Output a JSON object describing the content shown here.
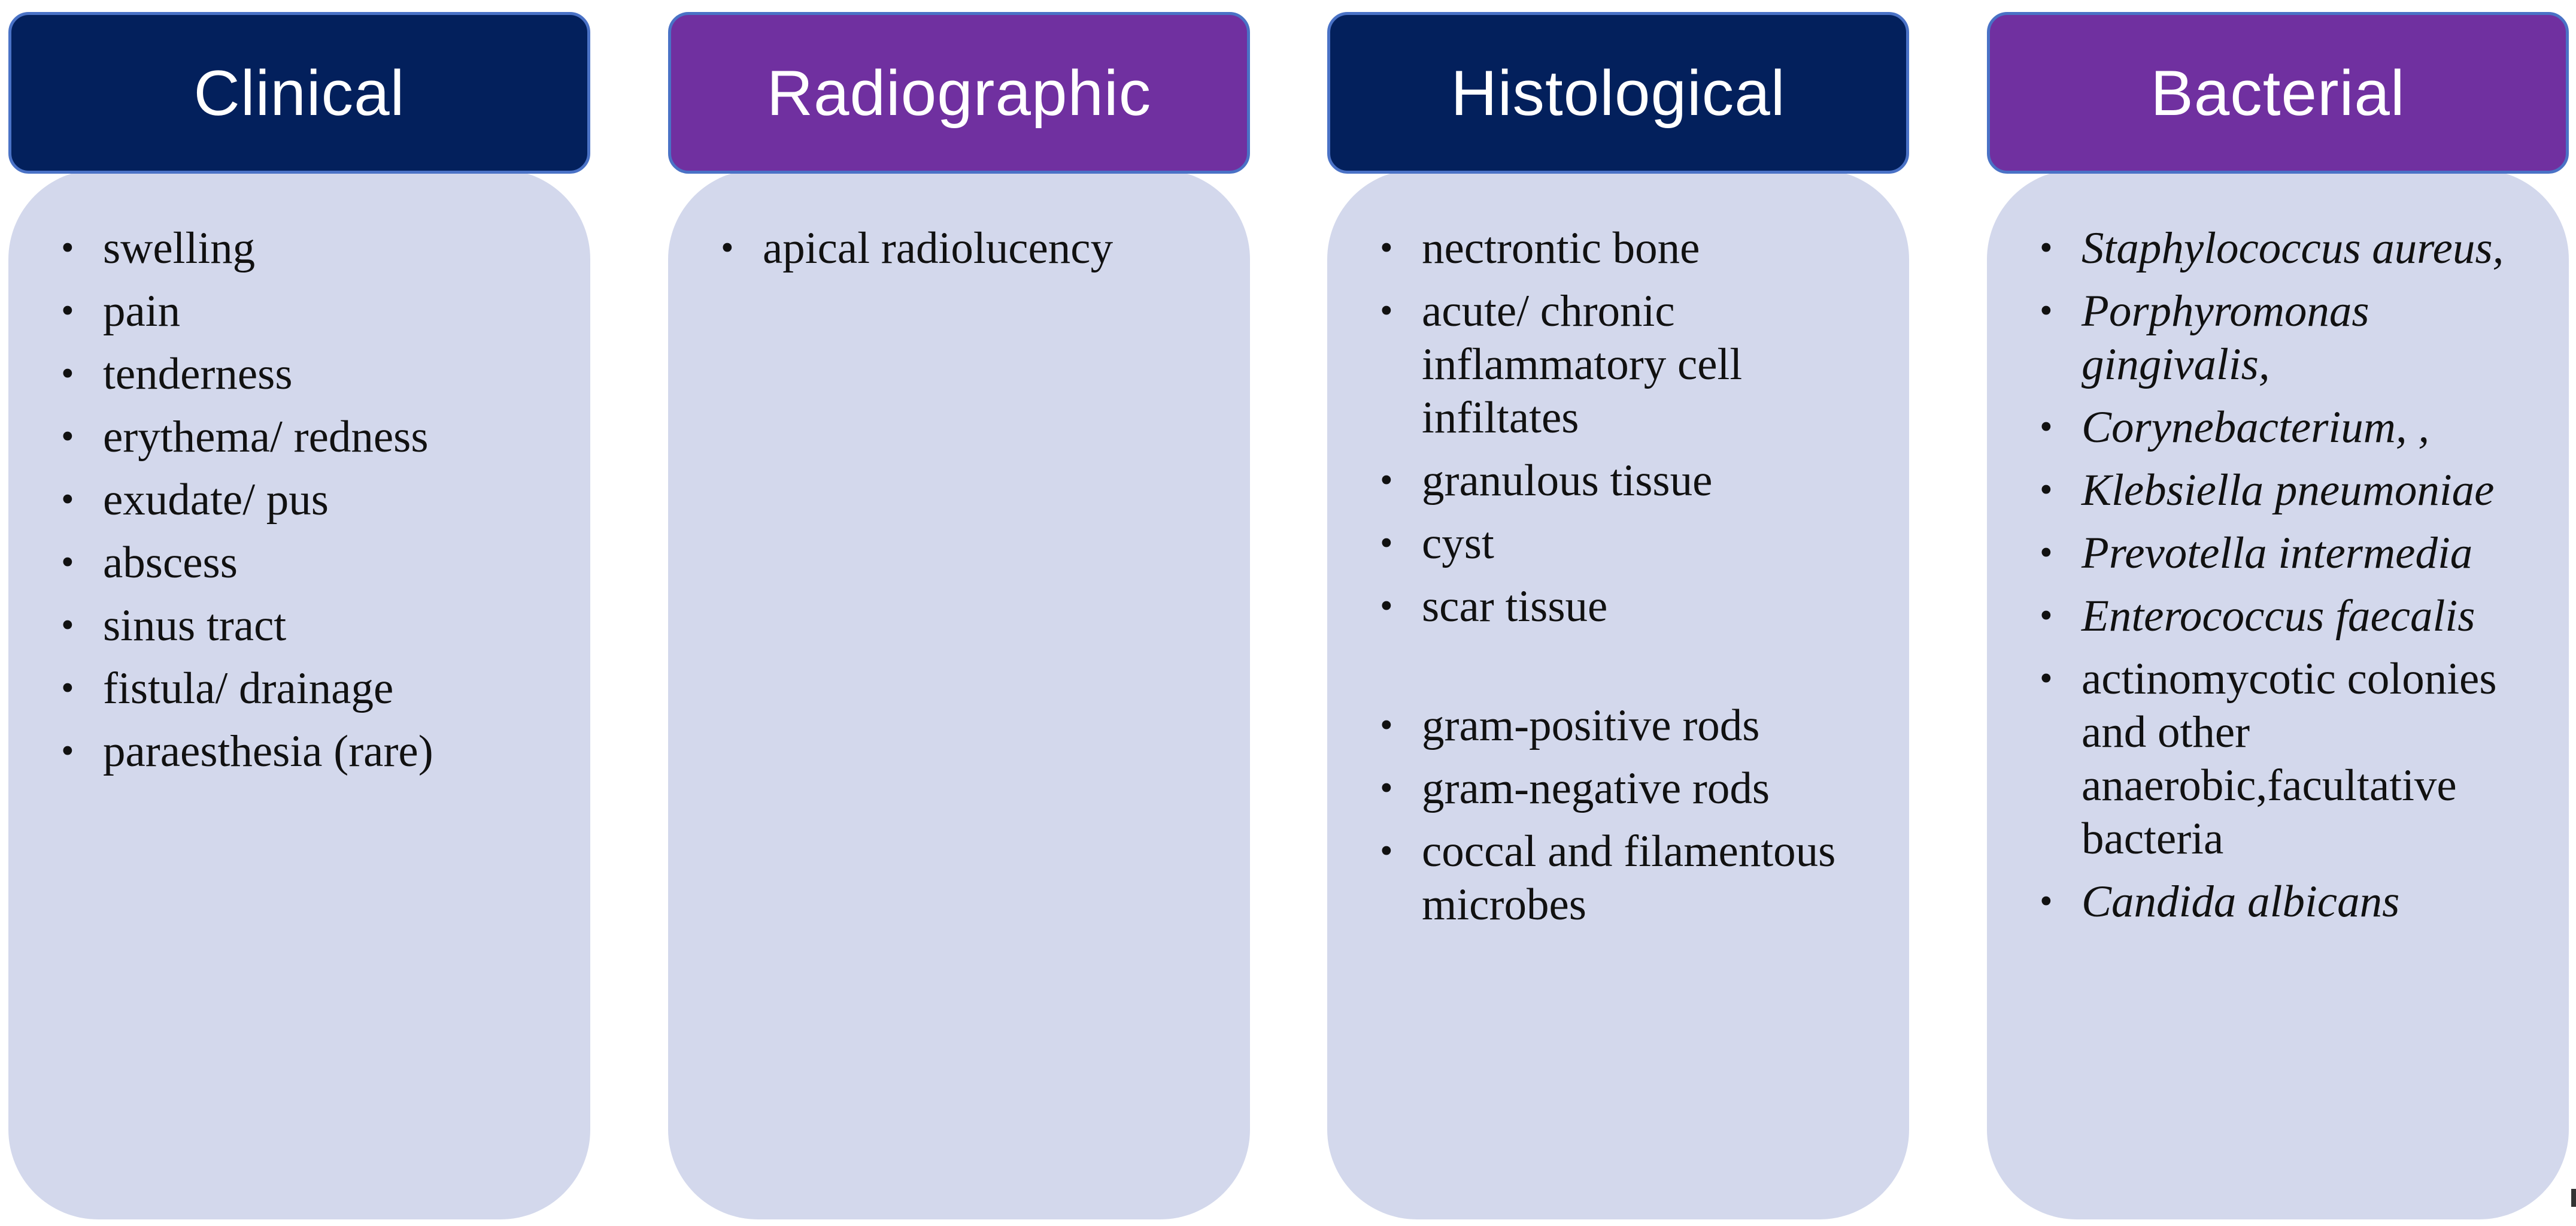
{
  "columns": [
    {
      "title": "Clinical",
      "header_color": "#03205c",
      "items": [
        "swelling",
        "pain",
        "tenderness",
        "erythema/ redness",
        "exudate/ pus",
        "abscess",
        "sinus tract",
        "fistula/ drainage",
        "paraesthesia (rare)"
      ]
    },
    {
      "title": "Radiographic",
      "header_color": "#7030a0",
      "items": [
        "apical radiolucency"
      ]
    },
    {
      "title": "Histological",
      "header_color": "#03205c",
      "items": [
        "nectrontic bone",
        "acute/ chronic inflammatory cell infiltates",
        "granulous tissue",
        "cyst",
        "scar tissue",
        "gram-positive rods",
        "gram-negative rods",
        "coccal and filamentous microbes"
      ]
    },
    {
      "title": "Bacterial",
      "header_color": "#7030a0",
      "items": [
        "Staphylococcus aureus,",
        "Porphyromonas gingivalis,",
        "Corynebacterium, ,",
        "Klebsiella pneumoniae",
        "Prevotella intermedia",
        "Enterococcus faecalis",
        "actinomycotic colonies and other anaerobic,facultative bacteria",
        "Candida albicans"
      ]
    }
  ],
  "colors": {
    "panel_background": "#d3d8ec",
    "header_border": "#4a72c6",
    "navy": "#03205c",
    "purple": "#7030a0"
  }
}
